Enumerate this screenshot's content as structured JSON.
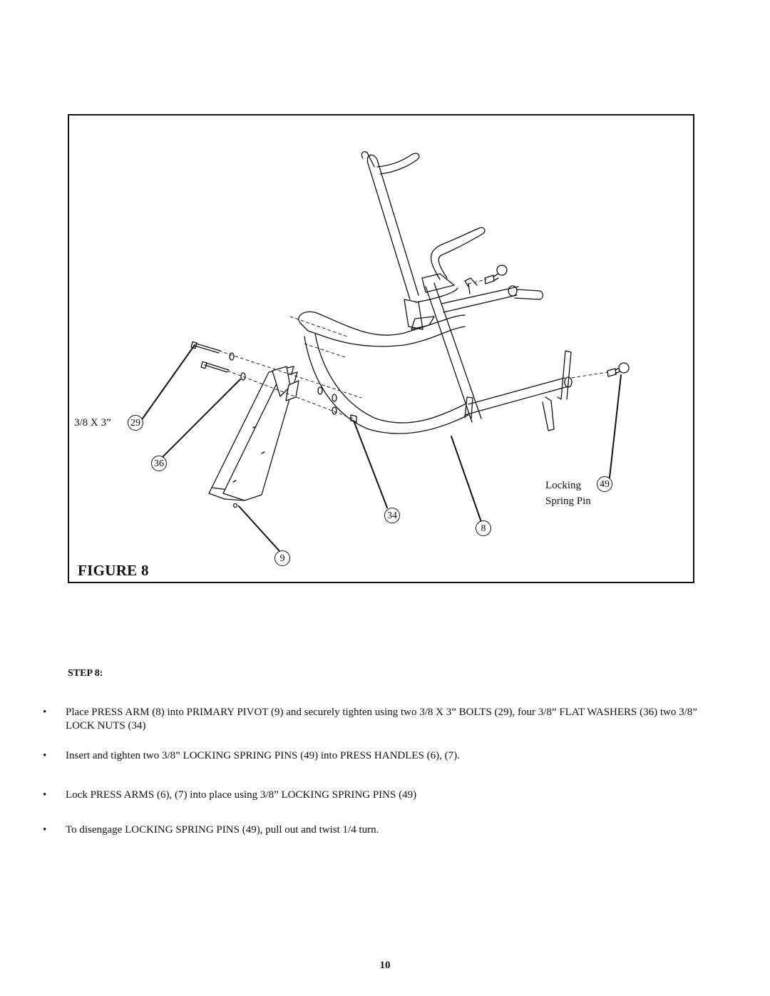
{
  "figure": {
    "title": "FIGURE 8",
    "callouts": {
      "bolt": {
        "size": "3/8 X 3”",
        "num": "29"
      },
      "washer": {
        "num": "36"
      },
      "nut": {
        "num": "34"
      },
      "press_arm": {
        "num": "8"
      },
      "pivot": {
        "num": "9"
      },
      "spring_pin": {
        "label_line1": "Locking",
        "label_line2": "Spring Pin",
        "num": "49"
      }
    }
  },
  "step": {
    "heading": "STEP 8:",
    "bullet_glyph": "•",
    "instructions": [
      "Place PRESS ARM (8) into PRIMARY PIVOT (9) and securely tighten using two 3/8 X 3” BOLTS (29), four 3/8” FLAT WASHERS (36) two 3/8” LOCK NUTS (34)",
      "Insert and tighten two 3/8” LOCKING SPRING PINS  (49) into PRESS HANDLES (6), (7).",
      "Lock PRESS ARMS (6), (7) into place using 3/8” LOCKING SPRING PINS (49)",
      "To disengage LOCKING SPRING PINS (49), pull out and twist 1/4 turn."
    ]
  },
  "page_number": "10"
}
